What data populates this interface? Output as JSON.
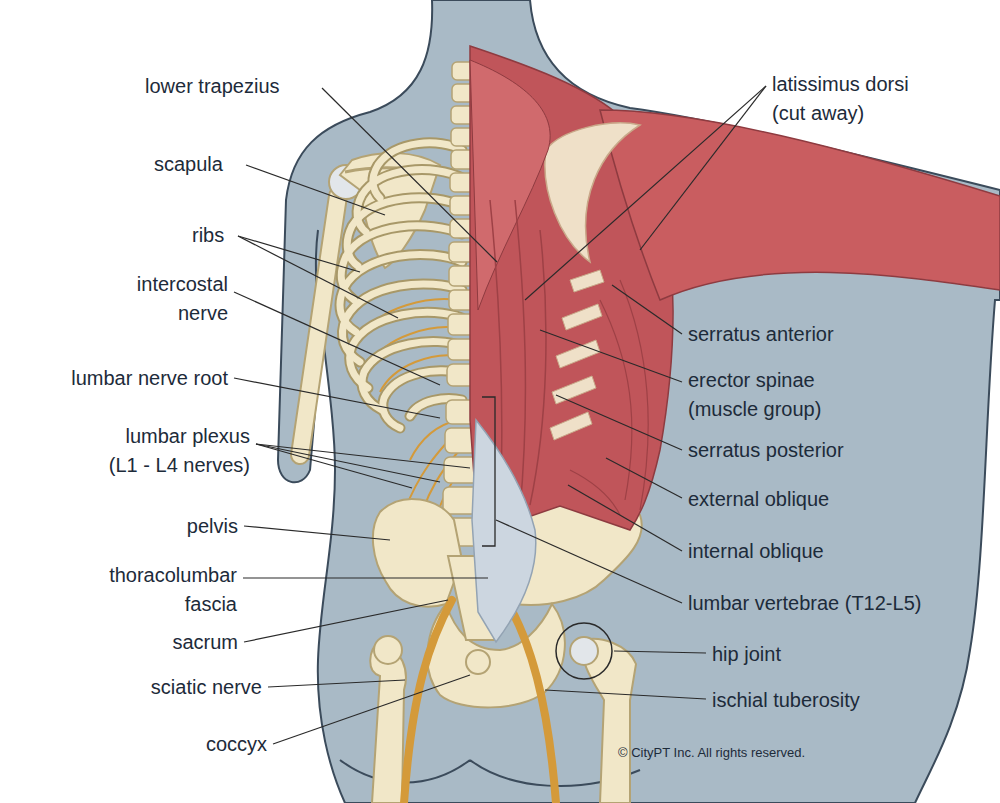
{
  "diagram": {
    "labels": [
      "lower trapezius",
      "scapula",
      "ribs",
      "intercostal nerve",
      "lumbar nerve root",
      "lumbar plexus (L1 - L4 nerves)",
      "pelvis",
      "thoracolumbar fascia",
      "sacrum",
      "sciatic nerve",
      "coccyx",
      "latissimus dorsi (cut away)",
      "serratus anterior",
      "erector spinae (muscle group)",
      "serratus posterior",
      "external oblique",
      "internal oblique",
      "lumbar vertebrae (T12-L5)",
      "hip joint",
      "ischial tuberosity",
      "© CityPT Inc. All rights reserved."
    ]
  }
}
